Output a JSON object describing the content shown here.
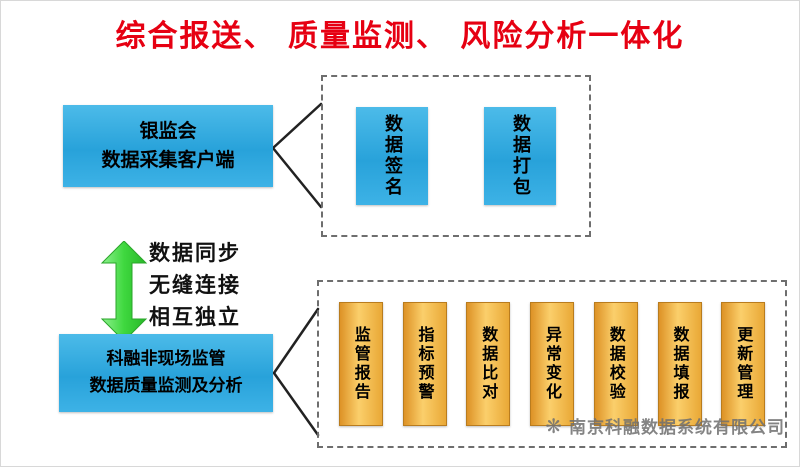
{
  "title": "综合报送、 质量监测、 风险分析一体化",
  "client_box": {
    "line1": "银监会",
    "line2": "数据采集客户端"
  },
  "top_group": {
    "items": [
      "数据签名",
      "数据打包"
    ]
  },
  "sync": {
    "lines": [
      "数据同步",
      "无缝连接",
      "相互独立"
    ]
  },
  "monitor_box": {
    "line1": "科融非现场监管",
    "line2": "数据质量监测及分析"
  },
  "bottom_group": {
    "items": [
      "监管报告",
      "指标预警",
      "数据比对",
      "异常变化",
      "数据校验",
      "数据填报",
      "更新管理"
    ]
  },
  "watermark": {
    "company": "南京科融数据系统有限公司",
    "logo": "❋"
  },
  "colors": {
    "title_red": "#e60012",
    "blue_box": "#28a2da",
    "gold_box": "#f0a93c",
    "arrow_green": "#44d344",
    "dashed_border": "#6e6e6e"
  }
}
